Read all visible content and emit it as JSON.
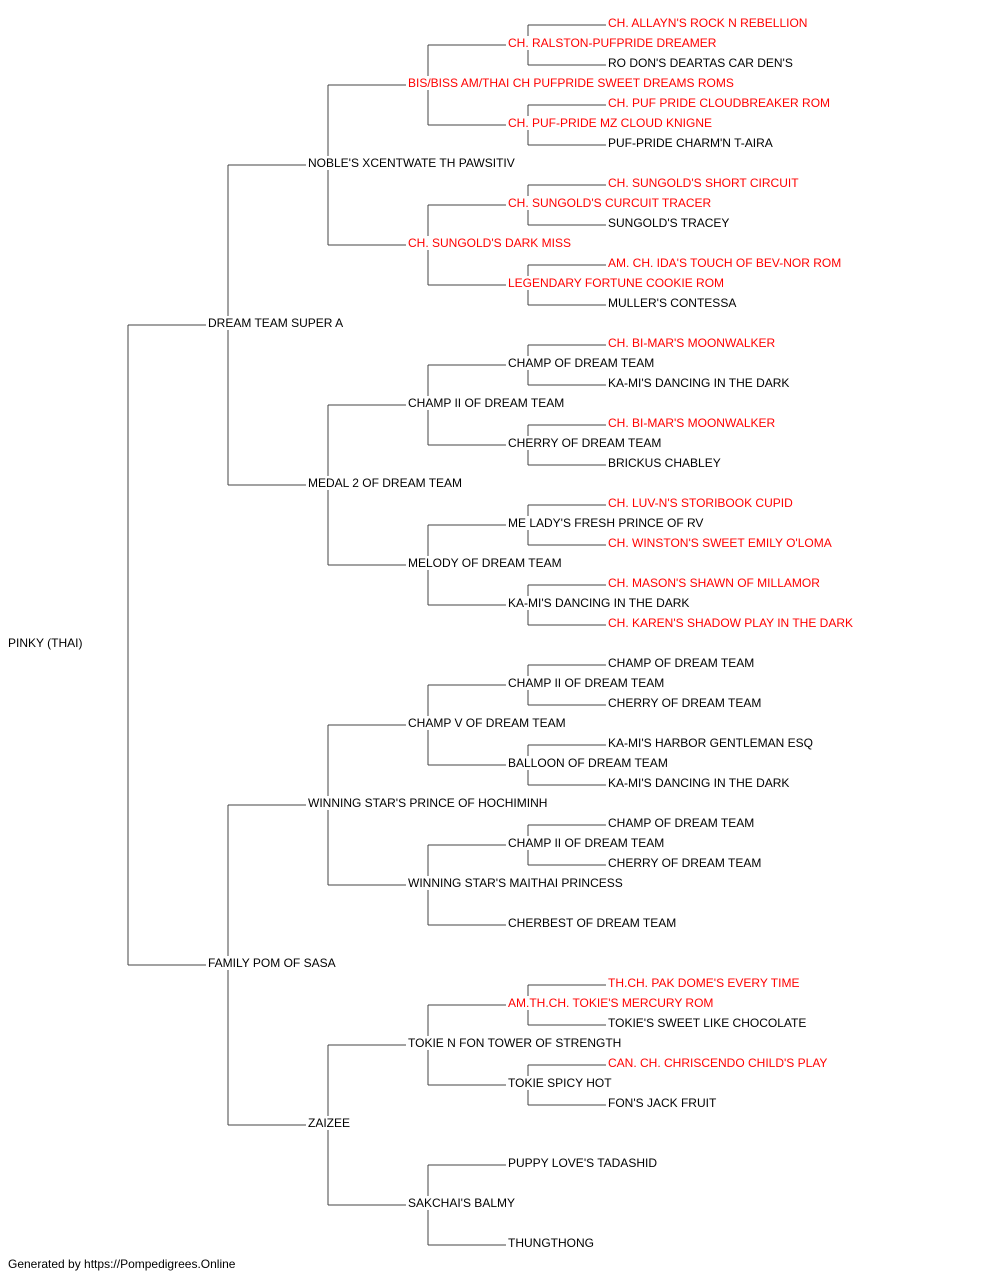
{
  "colors": {
    "normal": "#000000",
    "champion": "#ff0000",
    "line": "#444444",
    "background": "#ffffff"
  },
  "pedigree": {
    "name": "PINKY (THAI)",
    "ch": false,
    "sire": {
      "name": "DREAM TEAM SUPER A",
      "ch": false,
      "sire": {
        "name": "NOBLE'S XCENTWATE TH PAWSITIV",
        "ch": false,
        "sire": {
          "name": "BIS/BISS AM/THAI CH PUFPRIDE SWEET DREAMS ROMS",
          "ch": true,
          "sire": {
            "name": "CH. RALSTON-PUFPRIDE DREAMER",
            "ch": true,
            "sire": {
              "name": "CH. ALLAYN'S ROCK N REBELLION",
              "ch": true
            },
            "dam": {
              "name": "RO DON'S DEARTAS CAR DEN'S",
              "ch": false
            }
          },
          "dam": {
            "name": "CH. PUF-PRIDE MZ CLOUD KNIGNE",
            "ch": true,
            "sire": {
              "name": "CH. PUF PRIDE CLOUDBREAKER ROM",
              "ch": true
            },
            "dam": {
              "name": "PUF-PRIDE CHARM'N T-AIRA",
              "ch": false
            }
          }
        },
        "dam": {
          "name": "CH. SUNGOLD'S DARK MISS",
          "ch": true,
          "sire": {
            "name": "CH. SUNGOLD'S CURCUIT TRACER",
            "ch": true,
            "sire": {
              "name": "CH. SUNGOLD'S SHORT CIRCUIT",
              "ch": true
            },
            "dam": {
              "name": "SUNGOLD'S TRACEY",
              "ch": false
            }
          },
          "dam": {
            "name": "LEGENDARY FORTUNE COOKIE ROM",
            "ch": true,
            "sire": {
              "name": "AM. CH. IDA'S TOUCH OF BEV-NOR ROM",
              "ch": true
            },
            "dam": {
              "name": "MULLER'S CONTESSA",
              "ch": false
            }
          }
        }
      },
      "dam": {
        "name": "MEDAL 2 OF DREAM TEAM",
        "ch": false,
        "sire": {
          "name": "CHAMP II OF DREAM TEAM",
          "ch": false,
          "sire": {
            "name": "CHAMP OF DREAM TEAM",
            "ch": false,
            "sire": {
              "name": "CH. BI-MAR'S MOONWALKER",
              "ch": true
            },
            "dam": {
              "name": "KA-MI'S DANCING IN THE DARK",
              "ch": false
            }
          },
          "dam": {
            "name": "CHERRY OF DREAM TEAM",
            "ch": false,
            "sire": {
              "name": "CH. BI-MAR'S MOONWALKER",
              "ch": true
            },
            "dam": {
              "name": "BRICKUS CHABLEY",
              "ch": false
            }
          }
        },
        "dam": {
          "name": "MELODY OF DREAM TEAM",
          "ch": false,
          "sire": {
            "name": "ME LADY'S FRESH PRINCE OF RV",
            "ch": false,
            "sire": {
              "name": "CH. LUV-N'S STORIBOOK CUPID",
              "ch": true
            },
            "dam": {
              "name": "CH. WINSTON'S SWEET EMILY O'LOMA",
              "ch": true
            }
          },
          "dam": {
            "name": "KA-MI'S DANCING IN THE DARK",
            "ch": false,
            "sire": {
              "name": "CH. MASON'S SHAWN OF MILLAMOR",
              "ch": true
            },
            "dam": {
              "name": "CH. KAREN'S SHADOW PLAY IN THE DARK",
              "ch": true
            }
          }
        }
      }
    },
    "dam": {
      "name": "FAMILY POM OF SASA",
      "ch": false,
      "sire": {
        "name": "WINNING STAR'S PRINCE OF HOCHIMINH",
        "ch": false,
        "sire": {
          "name": "CHAMP V OF DREAM TEAM",
          "ch": false,
          "sire": {
            "name": "CHAMP II OF DREAM TEAM",
            "ch": false,
            "sire": {
              "name": "CHAMP OF DREAM TEAM",
              "ch": false
            },
            "dam": {
              "name": "CHERRY OF DREAM TEAM",
              "ch": false
            }
          },
          "dam": {
            "name": "BALLOON OF DREAM TEAM",
            "ch": false,
            "sire": {
              "name": "KA-MI'S HARBOR GENTLEMAN ESQ",
              "ch": false
            },
            "dam": {
              "name": "KA-MI'S DANCING IN THE DARK",
              "ch": false
            }
          }
        },
        "dam": {
          "name": "WINNING STAR'S MAITHAI PRINCESS",
          "ch": false,
          "sire": {
            "name": "CHAMP II OF DREAM TEAM",
            "ch": false,
            "sire": {
              "name": "CHAMP OF DREAM TEAM",
              "ch": false
            },
            "dam": {
              "name": "CHERRY OF DREAM TEAM",
              "ch": false
            }
          },
          "dam": {
            "name": "CHERBEST OF DREAM TEAM",
            "ch": false
          }
        }
      },
      "dam": {
        "name": "ZAIZEE",
        "ch": false,
        "sire": {
          "name": "TOKIE N FON TOWER OF STRENGTH",
          "ch": false,
          "sire": {
            "name": "AM.TH.CH. TOKIE'S MERCURY ROM",
            "ch": true,
            "sire": {
              "name": "TH.CH. PAK DOME'S EVERY TIME",
              "ch": true
            },
            "dam": {
              "name": "TOKIE'S SWEET LIKE CHOCOLATE",
              "ch": false
            }
          },
          "dam": {
            "name": "TOKIE SPICY HOT",
            "ch": false,
            "sire": {
              "name": "CAN. CH. CHRISCENDO CHILD'S PLAY",
              "ch": true
            },
            "dam": {
              "name": "FON'S JACK FRUIT",
              "ch": false
            }
          }
        },
        "dam": {
          "name": "SAKCHAI'S BALMY",
          "ch": false,
          "sire": {
            "name": "PUPPY LOVE'S TADASHID",
            "ch": false
          },
          "dam": {
            "name": "THUNGTHONG",
            "ch": false
          }
        }
      }
    }
  },
  "footer": {
    "text": "Generated by https://Pompedigrees.Online"
  }
}
